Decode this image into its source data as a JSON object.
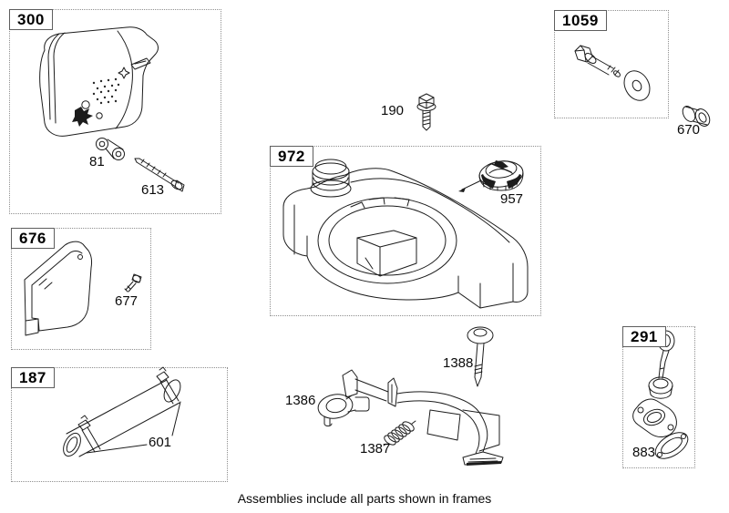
{
  "caption": "Assemblies include all parts shown in frames",
  "frames": {
    "f300": {
      "label": "300"
    },
    "f676": {
      "label": "676"
    },
    "f187": {
      "label": "187"
    },
    "f1059": {
      "label": "1059"
    },
    "f972": {
      "label": "972"
    },
    "f291": {
      "label": "291"
    }
  },
  "parts": {
    "p81": {
      "label": "81"
    },
    "p613": {
      "label": "613"
    },
    "p677": {
      "label": "677"
    },
    "p601": {
      "label": "601"
    },
    "p190": {
      "label": "190"
    },
    "p957": {
      "label": "957"
    },
    "p670": {
      "label": "670"
    },
    "p1386": {
      "label": "1386"
    },
    "p1387": {
      "label": "1387"
    },
    "p1388": {
      "label": "1388"
    },
    "p883": {
      "label": "883"
    }
  },
  "colors": {
    "ink": "#1c1c1c",
    "frame_border": "#8f8f8f",
    "background": "#ffffff"
  }
}
